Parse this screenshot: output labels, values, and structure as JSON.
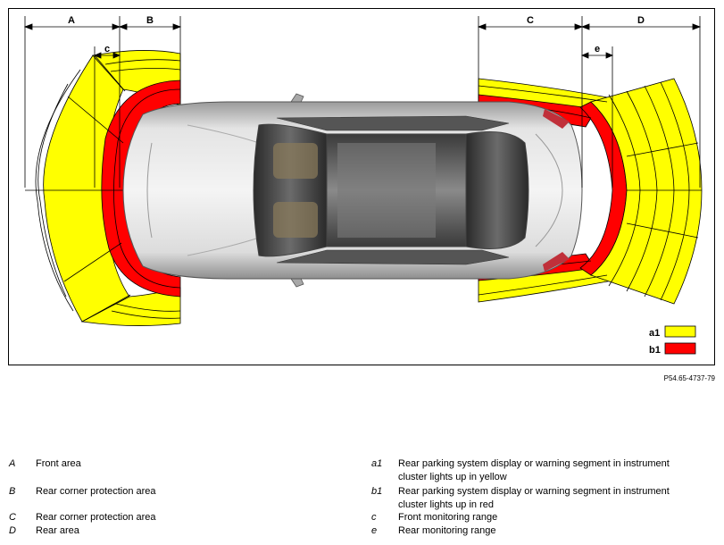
{
  "figure": {
    "dimension_labels": {
      "A": "A",
      "B": "B",
      "C": "C",
      "D": "D",
      "c": "c",
      "e": "e"
    },
    "key": [
      {
        "label": "a1",
        "color": "#ffff00"
      },
      {
        "label": "b1",
        "color": "#ff0000"
      }
    ],
    "colors": {
      "yellow": "#ffff00",
      "red": "#ff0000",
      "car_body": "#c8c8c8"
    },
    "figure_id": "P54.65-4737-79"
  },
  "legend": {
    "left": [
      {
        "key": "A",
        "text": "Front area"
      },
      {
        "key": "B",
        "text": "Rear corner protection area"
      },
      {
        "key": "C",
        "text": "Rear corner protection area"
      },
      {
        "key": "D",
        "text": "Rear area"
      }
    ],
    "right": [
      {
        "key": "a1",
        "line1": "Rear parking system display or warning segment in instrument",
        "line2": "cluster lights up in yellow"
      },
      {
        "key": "b1",
        "line1": "Rear parking system display or warning segment in instrument",
        "line2": "cluster lights up in red"
      },
      {
        "key": "c",
        "line1": "Front monitoring range",
        "line2": ""
      },
      {
        "key": "e",
        "line1": "Rear monitoring range",
        "line2": ""
      }
    ]
  }
}
